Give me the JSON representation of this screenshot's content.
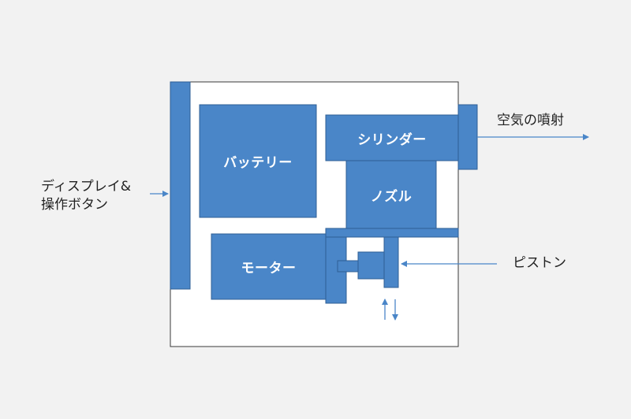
{
  "colors": {
    "background": "#f2f2f2",
    "frame_fill": "#ffffff",
    "frame_stroke": "#3a3a3a",
    "block_fill": "#4a86c8",
    "block_stroke": "#2f5f95",
    "arrow": "#4a86c8",
    "label_text": "#ffffff",
    "external_text": "#222222"
  },
  "blocks": {
    "battery": "バッテリー",
    "cylinder": "シリンダー",
    "nozzle": "ノズル",
    "motor": "モーター"
  },
  "external_labels": {
    "display_line1": "ディスプレイ&",
    "display_line2": "操作ボタン",
    "air_jet": "空気の噴射",
    "piston": "ピストン"
  }
}
